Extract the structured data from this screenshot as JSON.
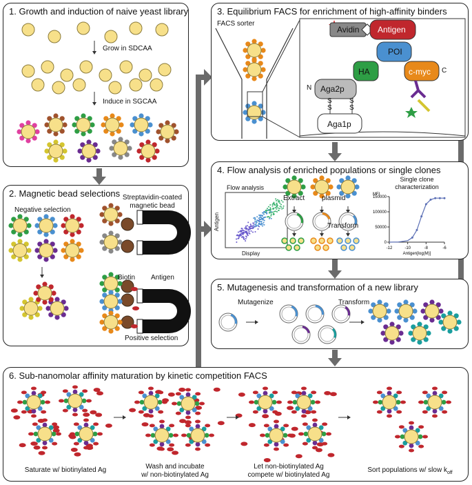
{
  "panel1": {
    "title": "1. Growth and induction of naive yeast library",
    "step_grow": "Grow in SDCAA",
    "step_induce": "Induce in SGCAA"
  },
  "panel2": {
    "title": "2. Magnetic bead selections",
    "negative": "Negative selection",
    "bead": "Streptavidin-coated magnetic bead",
    "biotin": "Biotin",
    "antigen": "Antigen",
    "positive": "Positive selection"
  },
  "panel3": {
    "title": "3. Equilibrium FACS for enrichment of high-affinity binders",
    "sorter": "FACS sorter",
    "avidin": "Avidin",
    "antigen": "Antigen",
    "poi": "POI",
    "ha": "HA",
    "cmyc": "c-myc",
    "c_term": "C",
    "n_term": "N",
    "aga2p": "Aga2p",
    "aga1p": "Aga1p",
    "s": "S"
  },
  "panel4": {
    "title": "4. Flow analysis of enriched populations or single clones",
    "flow": "Flow analysis",
    "xaxis": "Display",
    "yaxis": "Antigen",
    "extract": "Extract",
    "plasmid": "plasmid",
    "transform": "Transform",
    "single": "Single clone characterization",
    "mfi": "MFI",
    "xlabel": "Antigen[log(M)]"
  },
  "panel5": {
    "title": "5. Mutagenesis and transformation of a new library",
    "mutagenize": "Mutagenize",
    "transform": "Transform"
  },
  "panel6": {
    "title": "6. Sub-nanomolar affinity maturation by kinetic competition FACS",
    "cap1": "Saturate w/ biotinylated Ag",
    "cap2a": "Wash and incubate",
    "cap2b": "w/ non-biotinylated Ag",
    "cap3a": "Let non-biotinylated Ag",
    "cap3b": "compete w/ biotinylated Ag",
    "cap4": "Sort populations w/ slow k",
    "cap4_sub": "off"
  },
  "chart_data": {
    "type": "line",
    "x": [
      -12,
      -11,
      -10,
      -9.5,
      -9,
      -8.5,
      -8,
      -7.5,
      -7,
      -6.5,
      -6
    ],
    "series": [
      {
        "values": [
          0,
          500,
          5000,
          15000,
          40000,
          85000,
          125000,
          140000,
          145000,
          145000,
          145000
        ]
      }
    ],
    "ylabel": "MFI",
    "xlabel": "Antigen[log(M)]",
    "xticks": [
      -12,
      -10,
      -8,
      -6
    ],
    "yticks": [
      0,
      50000,
      100000,
      150000
    ],
    "ytick_labels": [
      "0",
      "50000",
      "100000",
      "150000"
    ],
    "xlim": [
      -12,
      -6
    ],
    "ylim": [
      0,
      150000
    ]
  },
  "colors": {
    "cell": "#f7e08a",
    "cell_stroke": "#8a7a3a",
    "antigen": "#c0272d",
    "poi": "#4a90d0",
    "ha": "#2e9e45",
    "cmyc": "#e8891a",
    "avidin": "#888888",
    "aga": "#bbbbbb",
    "arrow": "#666666"
  }
}
